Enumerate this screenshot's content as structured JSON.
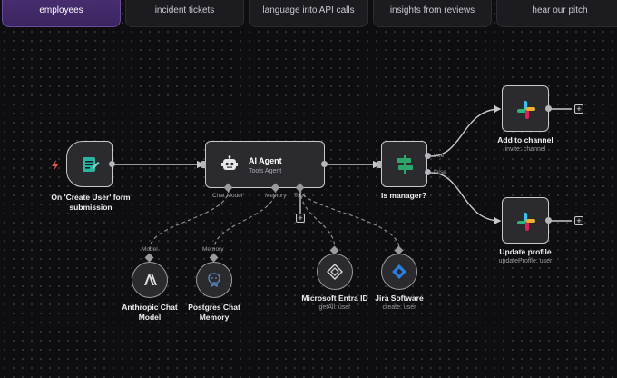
{
  "tabs": [
    {
      "label": "employees",
      "active": true
    },
    {
      "label": "incident tickets",
      "active": false
    },
    {
      "label": "language into API calls",
      "active": false
    },
    {
      "label": "insights from reviews",
      "active": false
    },
    {
      "label": "hear our pitch",
      "active": false
    }
  ],
  "nodes": {
    "trigger": {
      "label": "On 'Create User' form submission",
      "line1": "On 'Create User' form",
      "line2": "submission",
      "icon": "form-icon"
    },
    "agent": {
      "title": "AI Agent",
      "subtitle": "Tools Agent",
      "icon": "robot-icon",
      "ports": {
        "chat_model": "Chat Model*",
        "memory": "Memory",
        "tool": "Tool"
      }
    },
    "if": {
      "label": "Is manager?",
      "icon": "signpost-icon",
      "true_label": "true",
      "false_label": "false"
    },
    "add_channel": {
      "label": "Add to channel",
      "sublabel": "invite: channel",
      "icon": "slack-icon"
    },
    "update_profile": {
      "label": "Update profile",
      "sublabel": "updateProfile: user",
      "icon": "slack-icon"
    },
    "anthropic": {
      "line1": "Anthropic Chat",
      "line2": "Model",
      "port": "Model",
      "icon": "anthropic-icon"
    },
    "postgres": {
      "line1": "Postgres Chat",
      "line2": "Memory",
      "port": "Memory",
      "icon": "postgres-icon"
    },
    "entra": {
      "label": "Microsoft Entra ID",
      "sublabel": "getAll: user",
      "icon": "entra-icon"
    },
    "jira": {
      "label": "Jira Software",
      "sublabel": "create: user",
      "icon": "jira-icon"
    }
  },
  "colors": {
    "accent": "#4a2f73",
    "trigger_bolt": "#e5574b",
    "form_icon": "#2bb5a0",
    "if_icon": "#2ea66a",
    "jira": "#2a7fe0"
  }
}
